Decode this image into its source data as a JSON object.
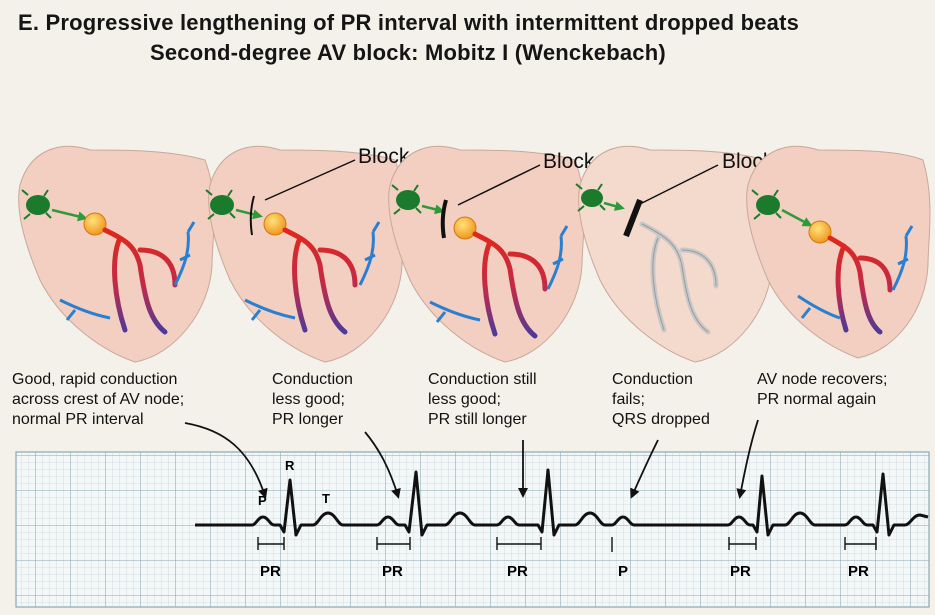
{
  "title": {
    "line1": "E.  Progressive lengthening of PR interval with intermittent dropped beats",
    "line2": "Second-degree AV block: Mobitz I (Wenckebach)"
  },
  "block_labels": [
    "Block",
    "Block",
    "Block"
  ],
  "captions": [
    "Good, rapid conduction\nacross crest of AV node;\nnormal PR interval",
    "Conduction\nless good;\nPR longer",
    "Conduction still\nless good;\nPR still longer",
    "Conduction\nfails;\nQRS dropped",
    "AV node recovers;\nPR normal again"
  ],
  "ecg": {
    "wave_labels": {
      "p": "P",
      "r": "R",
      "t": "T"
    },
    "interval_labels": [
      "PR",
      "PR",
      "PR",
      "P",
      "PR",
      "PR"
    ]
  },
  "colors": {
    "heart_fill": "#f2cfc0",
    "conduction_red": "#e0281c",
    "purkinje_blue": "#2a7fd0",
    "sa_node_green": "#1c7a2c",
    "av_node_orange": "#f3a21c",
    "ecg_grid": "#8aa6b4"
  }
}
